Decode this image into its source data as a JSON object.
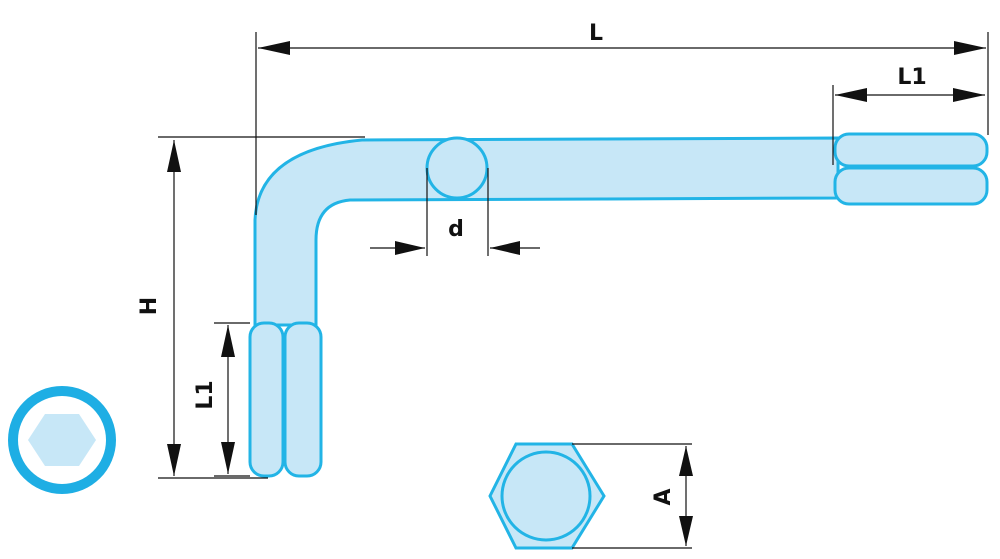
{
  "colors": {
    "fill": "#c7e7f7",
    "stroke": "#22b4e6",
    "icon_ring": "#1eaee4",
    "line": "#111111"
  },
  "labels": {
    "length": "L",
    "tip_length_top": "L1",
    "tip_length_left": "L1",
    "height": "H",
    "diameter": "d",
    "across_flats": "A"
  },
  "icons": {
    "profile": "hexagon-socket-icon"
  }
}
